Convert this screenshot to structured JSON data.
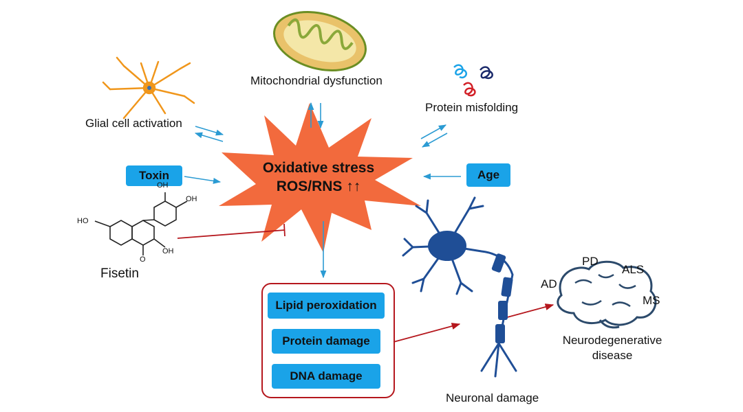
{
  "center": {
    "title": "Oxidative stress",
    "subtitle": "ROS/RNS ↑↑"
  },
  "causes": {
    "mito": "Mitochondrial dysfunction",
    "glial": "Glial cell activation",
    "protein": "Protein misfolding",
    "toxin": "Toxin",
    "age": "Age"
  },
  "inhibitor": {
    "name": "Fisetin",
    "groups": [
      "OH",
      "OH",
      "HO",
      "OH",
      "O"
    ]
  },
  "effects": [
    "Lipid peroxidation",
    "Protein damage",
    "DNA damage"
  ],
  "neuron": {
    "label": "Neuronal damage"
  },
  "disease": {
    "label_line1": "Neurodegenerative",
    "label_line2": "disease",
    "types": [
      "AD",
      "PD",
      "ALS",
      "MS"
    ]
  },
  "colors": {
    "star": "#f26a3d",
    "pill": "#1aa3e8",
    "arrow_blue": "#2b9bd3",
    "arrow_red": "#b5171d",
    "neuron": "#1f4e96",
    "brain": "#2c4a6b"
  }
}
